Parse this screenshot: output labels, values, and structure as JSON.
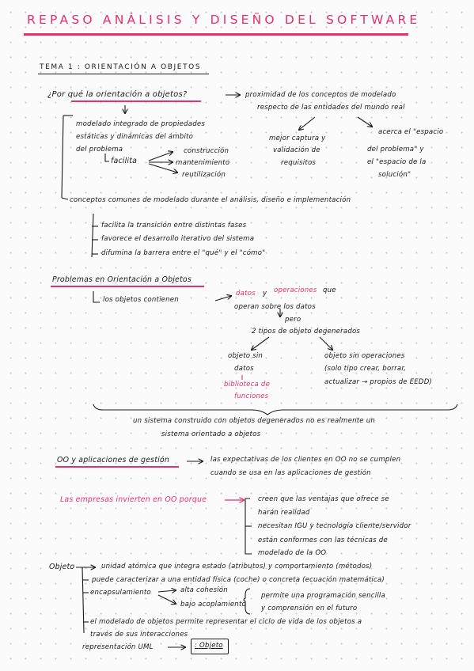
{
  "title": "REPASO ANÁLISIS Y DISEÑO DEL SOFTWARE",
  "tema": "TEMA 1 : ORIENTACIÓN A OBJETOS",
  "s1": {
    "question": "¿Por qué la orientación a objetos?",
    "prox1": "proximidad de los conceptos de modelado",
    "prox2": "respecto de las entidades del mundo real",
    "modelado1": "modelado integrado de propiedades",
    "modelado2": "estáticas y dinámicas del ámbito",
    "modelado3": "del problema",
    "facilita": "facilita",
    "f1": "construcción",
    "f2": "mantenimiento",
    "f3": "reutilización",
    "captura1": "mejor captura y",
    "captura2": "validación de",
    "captura3": "requisitos",
    "acerca1": "acerca el \"espacio",
    "acerca2": "del problema\" y",
    "acerca3": "el \"espacio de la",
    "acerca4": "solución\"",
    "conceptos": "conceptos comunes de modelado durante el análisis, diseño e implementación",
    "b1": "facilita la transición entre distintas fases",
    "b2": "favorece el desarrollo iterativo del sistema",
    "b3": "difumina la barrera entre el \"qué\" y el \"cómo\""
  },
  "s2": {
    "heading": "Problemas en Orientación a Objetos",
    "contienen": "los objetos contienen",
    "datos": "datos",
    "y": "y",
    "operaciones": "operaciones",
    "que": "que",
    "operan": "operan sobre los datos",
    "pero": "pero",
    "tipos": "2 tipos de objeto degenerados",
    "left1": "objeto sin",
    "left2": "datos",
    "lib1": "biblioteca de",
    "lib2": "funciones",
    "right1": "objeto sin operaciones",
    "right2": "(solo tipo crear, borrar,",
    "right3": "actualizar → propios de EEDD)",
    "sistema1": "un sistema construido con objetos degenerados no es realmente un",
    "sistema2": "sistema orientado a objetos"
  },
  "s3": {
    "heading": "OO y aplicaciones de gestión",
    "exp1": "las expectativas de los clientes en OO no se cumplen",
    "exp2": "cuando se usa en las aplicaciones de gestión",
    "empresas": "Las empresas invierten en OO porque",
    "c1": "creen que las ventajas que ofrece se",
    "c2": "harán realidad",
    "c3": "necesitan IGU y tecnología cliente/servidor",
    "c4": "están conformes con las técnicas de",
    "c5": "modelado de la OO"
  },
  "s4": {
    "objeto": "Objeto",
    "l1": "unidad atómica que integra estado (atributos) y comportamiento (métodos)",
    "l2": "puede caracterizar a una entidad física (coche) o concreta (ecuación matemática)",
    "encap": "encapsulamiento",
    "alta": "alta cohesión",
    "bajo": "bajo acoplamiento",
    "p1": "permite una programación sencilla",
    "p2": "y comprensión en el futuro",
    "m1": "el modelado de objetos permite representar el ciclo de vida de los objetos a",
    "m2": "través de sus interacciones",
    "uml": "representación UML",
    "box": ": Objeto"
  }
}
